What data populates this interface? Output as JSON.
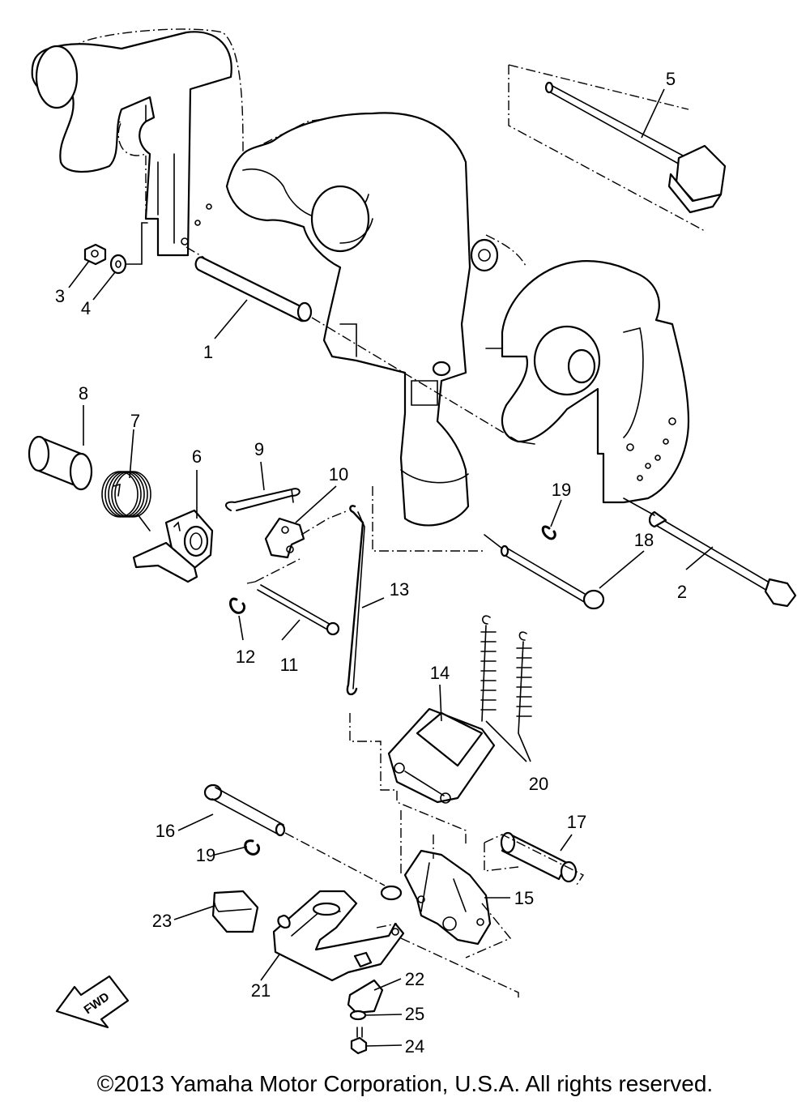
{
  "callouts": [
    {
      "id": "1",
      "label": "1"
    },
    {
      "id": "2",
      "label": "2"
    },
    {
      "id": "3",
      "label": "3"
    },
    {
      "id": "4",
      "label": "4"
    },
    {
      "id": "5",
      "label": "5"
    },
    {
      "id": "6",
      "label": "6"
    },
    {
      "id": "7",
      "label": "7"
    },
    {
      "id": "8",
      "label": "8"
    },
    {
      "id": "9",
      "label": "9"
    },
    {
      "id": "10",
      "label": "10"
    },
    {
      "id": "11",
      "label": "11"
    },
    {
      "id": "12",
      "label": "12"
    },
    {
      "id": "13",
      "label": "13"
    },
    {
      "id": "14",
      "label": "14"
    },
    {
      "id": "15",
      "label": "15"
    },
    {
      "id": "16",
      "label": "16"
    },
    {
      "id": "17",
      "label": "17"
    },
    {
      "id": "18",
      "label": "18"
    },
    {
      "id": "19a",
      "label": "19"
    },
    {
      "id": "19b",
      "label": "19"
    },
    {
      "id": "20",
      "label": "20"
    },
    {
      "id": "21",
      "label": "21"
    },
    {
      "id": "22",
      "label": "22"
    },
    {
      "id": "23",
      "label": "23"
    },
    {
      "id": "24",
      "label": "24"
    },
    {
      "id": "25",
      "label": "25"
    }
  ],
  "direction_marker": "FWD",
  "copyright": "©2013 Yamaha Motor Corporation, U.S.A. All rights reserved."
}
